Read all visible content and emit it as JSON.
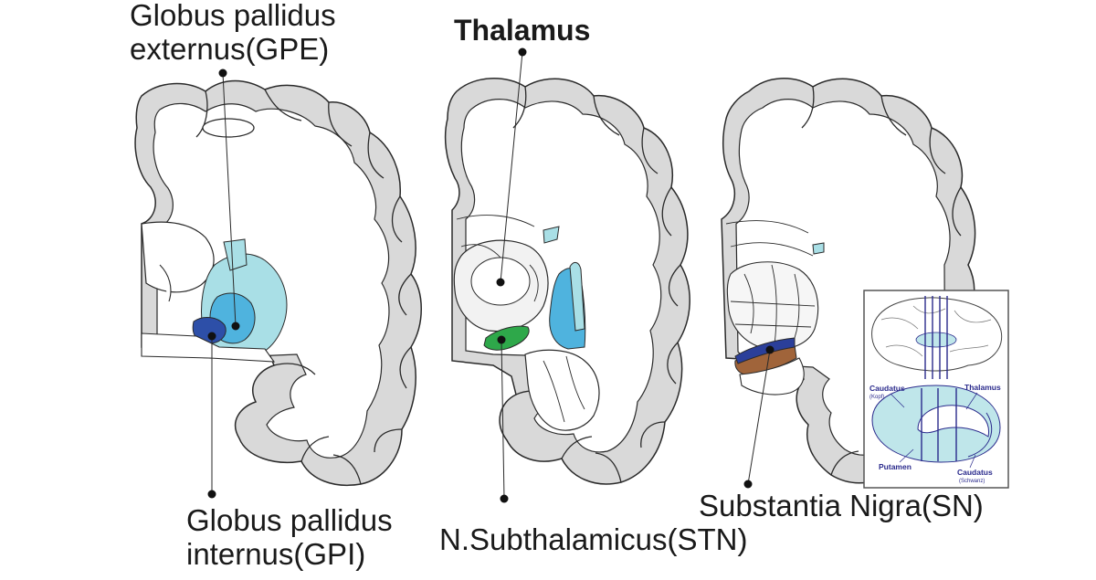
{
  "labels": {
    "gpe_line1": "Globus pallidus",
    "gpe_line2": "externus(GPE)",
    "gpi_line1": "Globus pallidus",
    "gpi_line2": "internus(GPI)",
    "thalamus": "Thalamus",
    "stn": "N.Subthalamicus(STN)",
    "sn": "Substantia Nigra(SN)"
  },
  "inset": {
    "caudatus_kopf": "Caudatus",
    "kopf": "(Kopf)",
    "thalamus": "Thalamus",
    "putamen": "Putamen",
    "caudatus_schwanz": "Caudatus",
    "schwanz": "(Schwanz)"
  },
  "colors": {
    "cortex": "#d9d9d9",
    "outline": "#2a2a2a",
    "gpe": "#a9dfe6",
    "gpe_inner": "#4fb3de",
    "gpi": "#2d4fa8",
    "stn": "#2ea84a",
    "sn_dark": "#2b3f9a",
    "sn_brown": "#a0643a",
    "inset_fill": "#bfe6ea",
    "inset_line": "#2a2a8c"
  }
}
